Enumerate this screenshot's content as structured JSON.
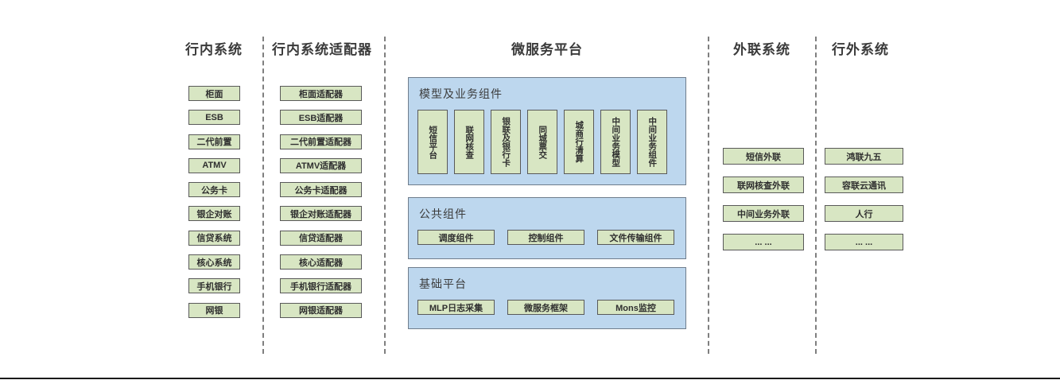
{
  "colors": {
    "node_fill": "#d8e6c3",
    "node_border": "#595959",
    "panel_fill": "#bdd7ee",
    "panel_border": "#6f7d8c",
    "divider": "#7f7f7f",
    "title_text": "#3a3a3a"
  },
  "columns": {
    "internal": {
      "title": "行内系统",
      "items": [
        "柜面",
        "ESB",
        "二代前置",
        "ATMV",
        "公务卡",
        "银企对账",
        "信贷系统",
        "核心系统",
        "手机银行",
        "网银"
      ]
    },
    "adapters": {
      "title": "行内系统适配器",
      "items": [
        "柜面适配器",
        "ESB适配器",
        "二代前置适配器",
        "ATMV适配器",
        "公务卡适配器",
        "银企对账适配器",
        "信贷适配器",
        "核心适配器",
        "手机银行适配器",
        "网银适配器"
      ]
    },
    "platform": {
      "title": "微服务平台",
      "panels": [
        {
          "title": "模型及业务组件",
          "items": [
            "短信平台",
            "联网核查",
            "银联及银行卡",
            "同城票交",
            "城商行清算",
            "中间业务模型",
            "中间业务组件"
          ]
        },
        {
          "title": "公共组件",
          "items": [
            "调度组件",
            "控制组件",
            "文件传输组件"
          ]
        },
        {
          "title": "基础平台",
          "items": [
            "MLP日志采集",
            "微服务框架",
            "Mons监控"
          ]
        }
      ]
    },
    "external_link": {
      "title": "外联系统",
      "items": [
        "短信外联",
        "联网核查外联",
        "中间业务外联",
        "... ..."
      ]
    },
    "external": {
      "title": "行外系统",
      "items": [
        "鸿联九五",
        "容联云通讯",
        "人行",
        "... ..."
      ]
    }
  }
}
